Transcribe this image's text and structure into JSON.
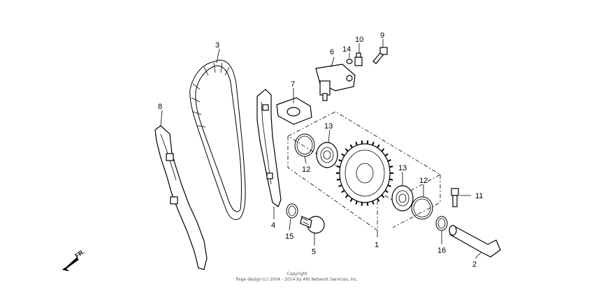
{
  "diagram": {
    "callouts": [
      "1",
      "2",
      "3",
      "4",
      "5",
      "6",
      "7",
      "8",
      "9",
      "10",
      "11",
      "12",
      "12",
      "13",
      "13",
      "14",
      "15",
      "16"
    ],
    "direction_label": "FR.",
    "copyright_line1": "Copyright",
    "copyright_line2": "Page design (c) 2004 - 2014 by ARI Network Services, Inc."
  }
}
